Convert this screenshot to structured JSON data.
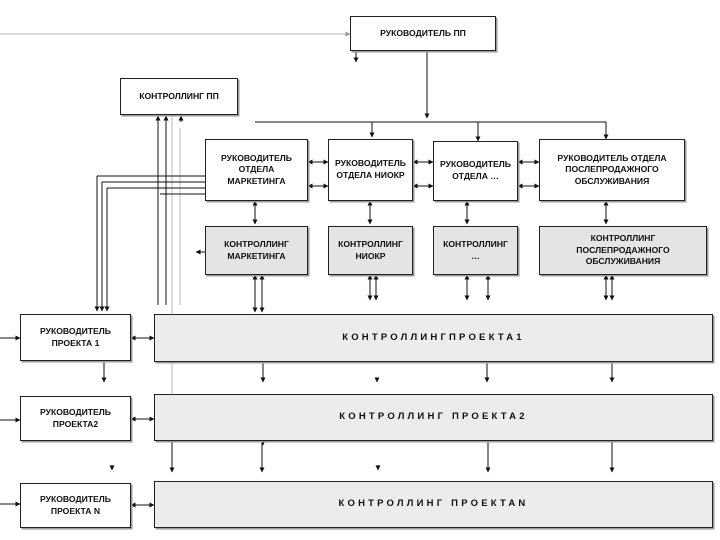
{
  "head": {
    "label": "РУКОВОДИТЕЛЬ ПП"
  },
  "controlling_pp": {
    "label": "КОНТРОЛЛИНГ ПП"
  },
  "departments": [
    {
      "label": "РУКОВОДИТЕЛЬ\nОТДЕЛА\nМАРКЕТИНГА"
    },
    {
      "label": "РУКОВОДИТЕЛЬ\nОТДЕЛА НИОКР"
    },
    {
      "label": "РУКОВОДИТЕЛЬ\nОТДЕЛА …"
    },
    {
      "label": "РУКОВОДИТЕЛЬ ОТДЕЛА\nПОСЛЕПРОДАЖНОГО\nОБСЛУЖИВАНИЯ"
    }
  ],
  "dept_controlling": [
    {
      "label": "КОНТРОЛЛИНГ\nМАРКЕТИНГА"
    },
    {
      "label": "КОНТРОЛЛИНГ\nНИОКР"
    },
    {
      "label": "КОНТРОЛЛИНГ\n…"
    },
    {
      "label": "КОНТРОЛЛИНГ ПОСЛЕПРОДАЖНОГО\nОБСЛУЖИВАНИЯ"
    }
  ],
  "project_managers": [
    {
      "label": "РУКОВОДИТЕЛЬ\nПРОЕКТА 1"
    },
    {
      "label": "РУКОВОДИТЕЛЬ\nПРОЕКТА2"
    },
    {
      "label": "РУКОВОДИТЕЛЬ\nПРОЕКТА N"
    }
  ],
  "project_controlling": [
    {
      "label": "КОНТРОЛЛИНГПРОЕКТА1"
    },
    {
      "label": "КОНТРОЛЛИНГ ПРОЕКТА2"
    },
    {
      "label": "КОНТРОЛЛИНГ ПРОЕКТАN"
    }
  ],
  "colors": {
    "line": "#111111",
    "light_line": "#bbbbbb",
    "grey_fill": "#e4e4e4"
  }
}
